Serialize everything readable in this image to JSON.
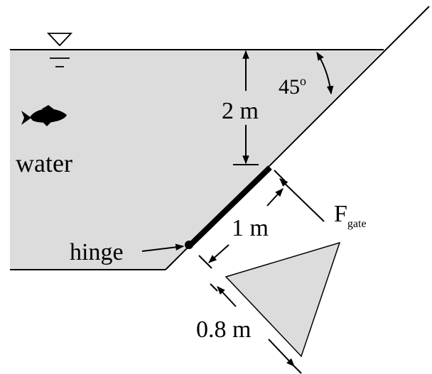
{
  "labels": {
    "depth": "2 m",
    "angle": "45",
    "angle_unit": "o",
    "fluid": "water",
    "hinge": "hinge",
    "gate_length": "1 m",
    "force_main": "F",
    "force_sub": "gate",
    "gate_width": "0.8 m"
  },
  "colors": {
    "water": "#dcdcdc",
    "line": "#000000",
    "gate_face": "#dcdcdc"
  },
  "icons": {
    "surface": "free-surface-triangle-icon",
    "fish": "fish-icon"
  }
}
